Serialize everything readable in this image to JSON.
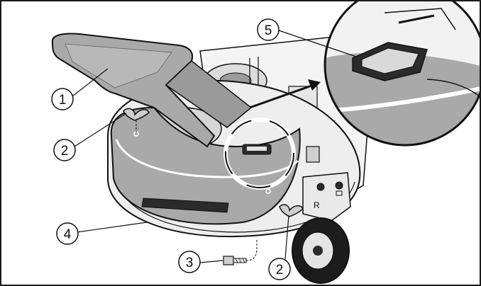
{
  "figure": {
    "callouts": [
      {
        "id": "1",
        "label": "1"
      },
      {
        "id": "2a",
        "label": "2"
      },
      {
        "id": "2b",
        "label": "2"
      },
      {
        "id": "3",
        "label": "3"
      },
      {
        "id": "4",
        "label": "4"
      },
      {
        "id": "5",
        "label": "5"
      }
    ],
    "mount_label": "R",
    "colors": {
      "line": "#111111",
      "cover_gray": "#a9a9a9",
      "deck_light": "#eeeeee",
      "deck_mid": "#d6d6d6",
      "dark": "#2b2b2b",
      "tire": "#1c1c1c"
    }
  }
}
